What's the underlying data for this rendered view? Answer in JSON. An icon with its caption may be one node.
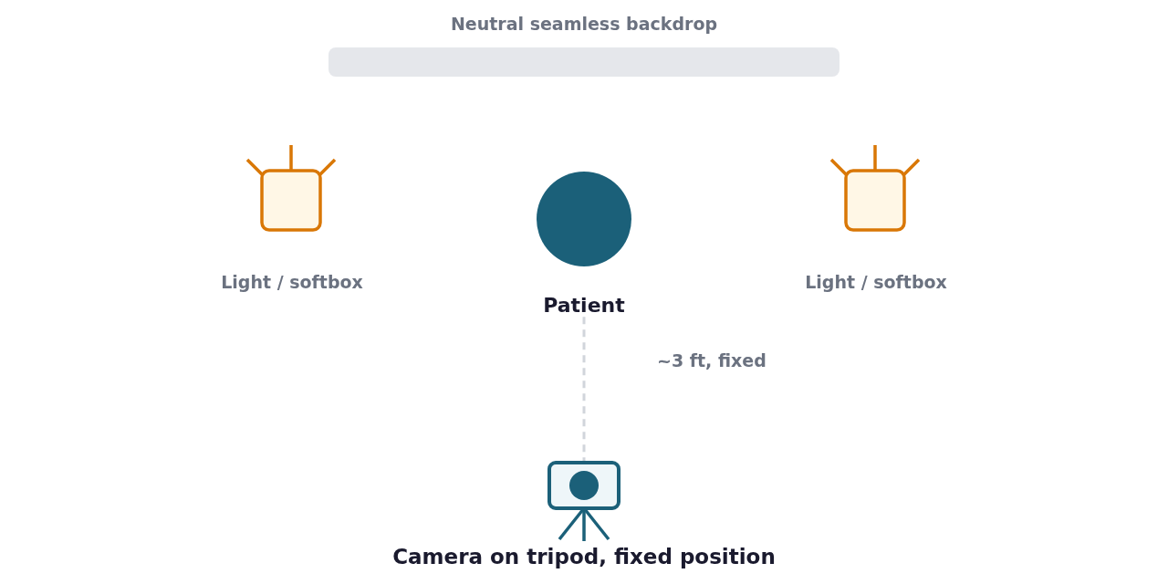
{
  "diagram": {
    "nodes": [
      {
        "text": [
          "Neutral seamless backdrop"
        ]
      },
      {
        "text": [
          "Light / softbox"
        ]
      },
      {
        "text": [
          "Patient"
        ]
      },
      {
        "text": [
          "Light / softbox"
        ]
      },
      {
        "text": [
          "Camera on tripod, fixed position"
        ]
      }
    ],
    "edges": [
      {
        "from": 2,
        "to": 4,
        "arrow": "none",
        "label": "~3 ft, fixed",
        "style": "dashed"
      }
    ]
  }
}
